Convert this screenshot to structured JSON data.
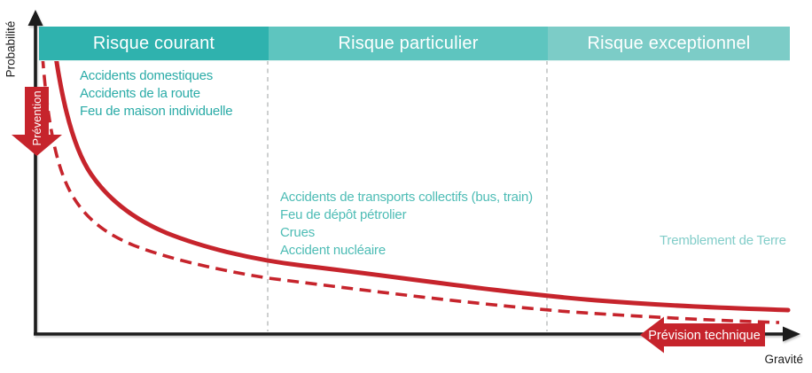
{
  "diagram_title": "risk-probability-gravity-diagram",
  "axes": {
    "y_label": "Probabilité",
    "x_label": "Gravité"
  },
  "zones": [
    {
      "label": "Risque courant",
      "band_color": "#2fb2ae",
      "text_color": "#2aaba7",
      "items": [
        "Accidents domestiques",
        "Accidents de la route",
        "Feu de maison individuelle"
      ]
    },
    {
      "label": "Risque particulier",
      "band_color": "#5ec5bf",
      "text_color": "#4dbcb5",
      "items": [
        "Accidents de transports collectifs (bus, train)",
        "Feu de dépôt pétrolier",
        "Crues",
        "Accident nucléaire"
      ]
    },
    {
      "label": "Risque exceptionnel",
      "band_color": "#7cccc7",
      "text_color": "#82cdc9",
      "items": [
        "Tremblement de Terre"
      ]
    }
  ],
  "annotations": {
    "prevention": "Prévention",
    "prevision": "Prévision technique"
  },
  "curves": [
    {
      "name": "risk-curve",
      "style": "solid",
      "meaning": "risk level before prevention"
    },
    {
      "name": "risk-curve-reduced",
      "style": "dashed",
      "meaning": "risk level shifted by prevention / technical forecasting"
    }
  ],
  "colors": {
    "curve_red": "#c6242c",
    "axis_black": "#1c1c1c",
    "divider_grey": "#c2c5c5"
  }
}
